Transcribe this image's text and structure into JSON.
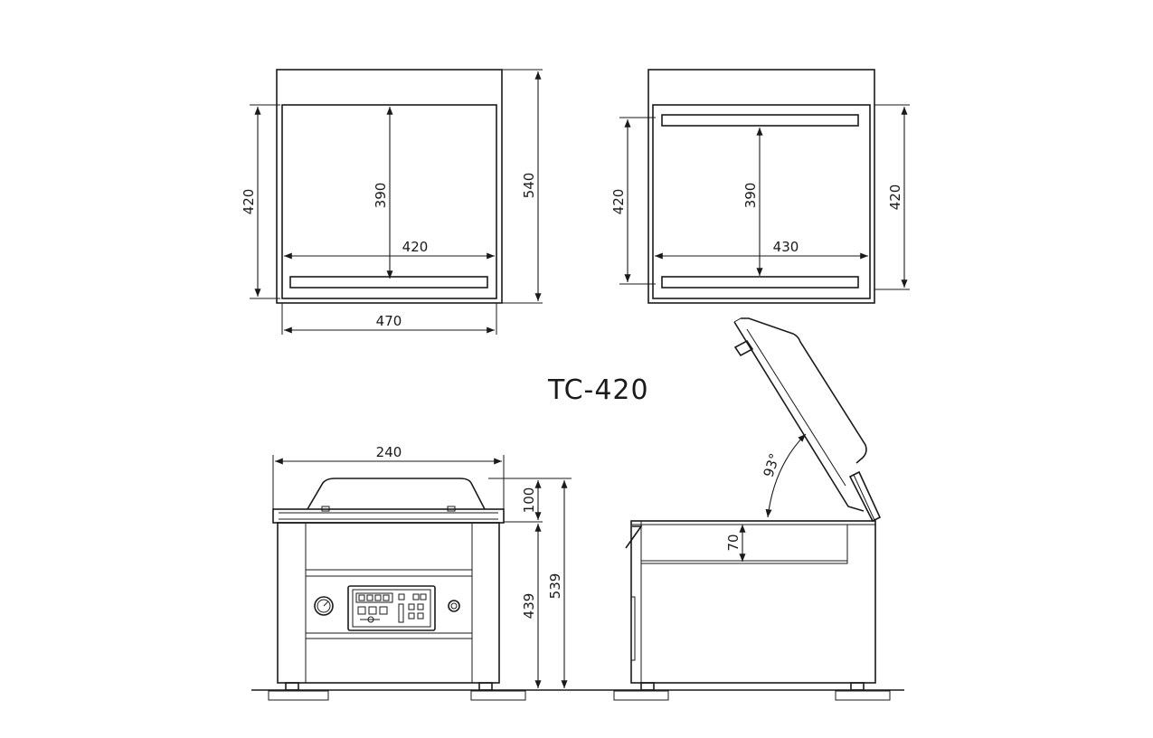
{
  "model": "TC-420",
  "top_view_left": {
    "dim_left": "420",
    "dim_inner_v": "390",
    "dim_inner_h": "420",
    "dim_right": "540",
    "dim_bottom": "470"
  },
  "top_view_right": {
    "dim_left": "420",
    "dim_inner_v": "390",
    "dim_inner_h": "430",
    "dim_right": "420"
  },
  "front_view": {
    "dim_width": "240",
    "dim_lid": "100",
    "dim_body": "439",
    "dim_total": "539"
  },
  "side_view": {
    "dim_chamber": "70",
    "dim_angle": "93°"
  }
}
